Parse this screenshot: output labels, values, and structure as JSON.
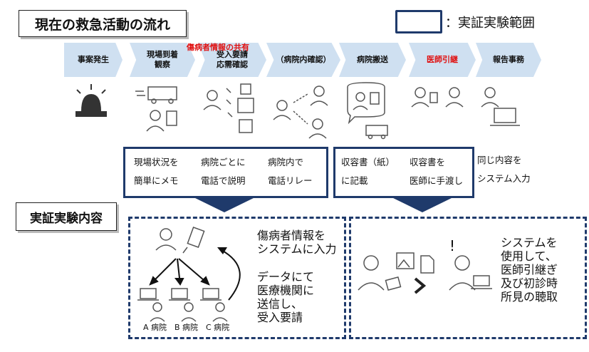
{
  "title": "現在の救急活動の流れ",
  "legend_label": "：実証実験範囲",
  "steps": [
    {
      "label": "事案発生"
    },
    {
      "label": "現場到着\n観察"
    },
    {
      "label": "受入要請\n応需確認",
      "top_note": "傷病者情報の共有"
    },
    {
      "label": "（病院内確認）"
    },
    {
      "label": "病院搬送"
    },
    {
      "label": "医師引継",
      "highlight": true
    },
    {
      "label": "報告事務"
    }
  ],
  "desc_box1": {
    "col1": [
      "現場状況を",
      "簡単にメモ"
    ],
    "col2": [
      "病院ごとに",
      "電話で説明"
    ],
    "col3": [
      "病院内で",
      "電話リレー"
    ]
  },
  "desc_box2": {
    "col1": [
      "収容書（紙）",
      "に記載"
    ],
    "col2": [
      "収容書を",
      "医師に手渡し"
    ]
  },
  "desc_outside": [
    "同じ内容を",
    "システム入力"
  ],
  "subtitle": "実証実験内容",
  "exp_left": {
    "text1": [
      "傷病者情報を",
      "システムに入力"
    ],
    "text2": [
      "データにて",
      "医療機関に",
      "送信し、",
      "受入要請"
    ],
    "hospitals": [
      "A 病院",
      "B 病院",
      "C 病院"
    ]
  },
  "exp_right": {
    "exclaim": "!",
    "text": [
      "システムを",
      "使用して、",
      "医師引継ぎ",
      "及び初診時",
      "所見の聴取"
    ]
  },
  "colors": {
    "navy": "#1f3a6b",
    "arrow_fill": "#cfe0f1",
    "highlight": "#e01010",
    "icon": "#555555"
  }
}
